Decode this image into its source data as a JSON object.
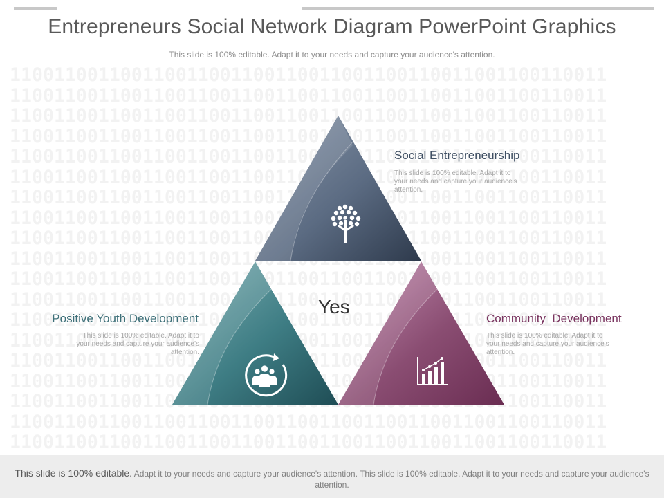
{
  "title": "Entrepreneurs Social Network Diagram PowerPoint Graphics",
  "subtitle": "This slide is 100% editable. Adapt it to your needs and capture your audience's attention.",
  "background_pattern": "110011001100110011001100110011001100110011001100110011",
  "center_label": "Yes",
  "segments": [
    {
      "heading": "Social Entrepreneurship",
      "description": "This slide is 100% editable. Adapt it to your needs and capture your audience's attention.",
      "icon": "tree-icon",
      "color": "#5b6b82"
    },
    {
      "heading": "Positive Youth Development",
      "description": "This slide is 100% editable. Adapt it to your needs and capture your audience's attention.",
      "icon": "group-cycle-icon",
      "color": "#3e7d84"
    },
    {
      "heading": "Community  Development",
      "description": "This slide is 100% editable. Adapt it to your needs and capture your audience's attention.",
      "icon": "bar-chart-icon",
      "color": "#8a4d72"
    }
  ],
  "footer": {
    "lead": "This slide is 100% editable.",
    "text": " Adapt it to your needs and capture your audience's attention. This slide is 100% editable. Adapt it to your needs and capture your audience's attention."
  }
}
